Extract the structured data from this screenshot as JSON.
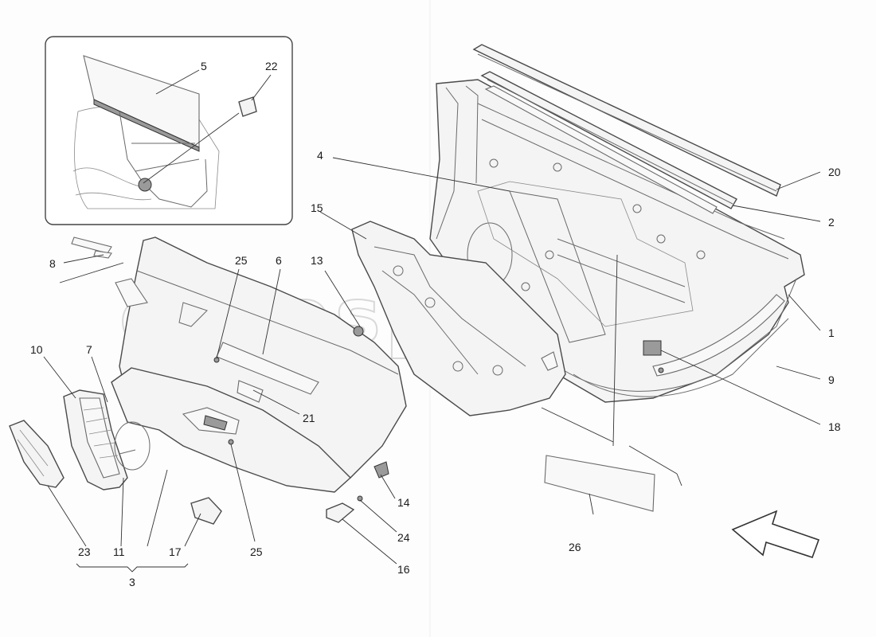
{
  "watermark": "eurospares",
  "callouts": {
    "c1": "1",
    "c2": "2",
    "c3": "3",
    "c4": "4",
    "c5": "5",
    "c6": "6",
    "c7": "7",
    "c8": "8",
    "c9": "9",
    "c10": "10",
    "c11": "11",
    "c13": "13",
    "c14": "14",
    "c15": "15",
    "c16": "16",
    "c17": "17",
    "c18": "18",
    "c20": "20",
    "c21": "21",
    "c22": "22",
    "c23": "23",
    "c24": "24",
    "c25a": "25",
    "c25b": "25",
    "c26": "26"
  },
  "icons": {
    "direction": "arrow-icon"
  }
}
